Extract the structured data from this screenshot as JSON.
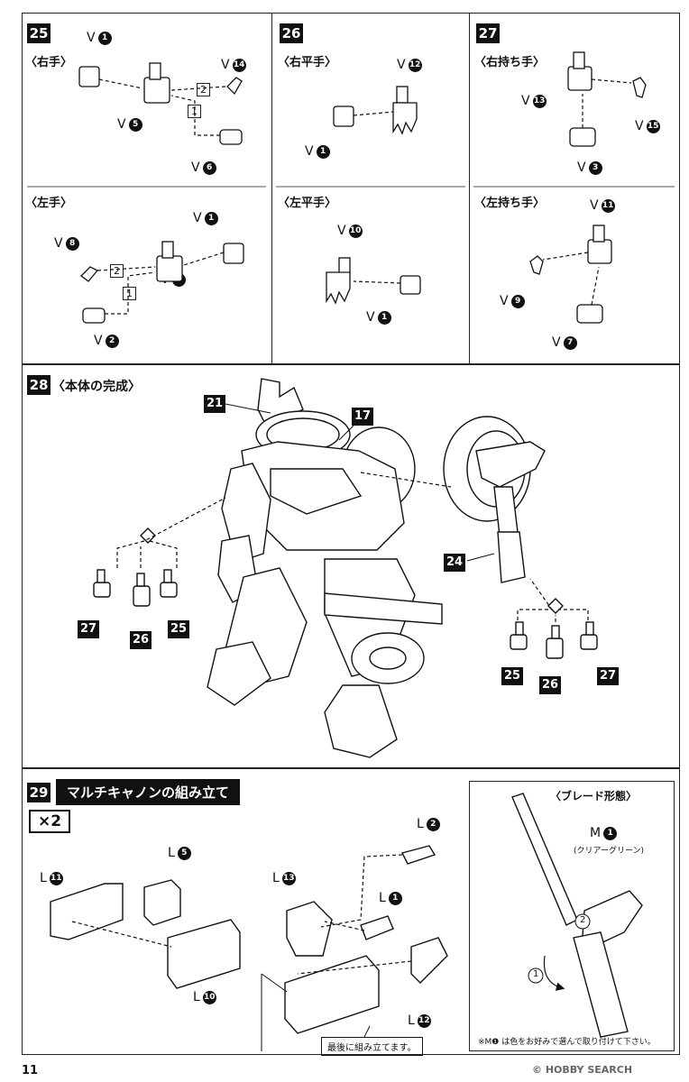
{
  "p25": {
    "step": "25",
    "right_title": "〈右手〉",
    "left_title": "〈左手〉",
    "r": [
      "V",
      "1",
      "V",
      "14",
      "V",
      "5",
      "V",
      "6"
    ],
    "l": [
      "V",
      "1",
      "V",
      "8",
      "V",
      "4",
      "V",
      "2"
    ]
  },
  "p26": {
    "step": "26",
    "right_title": "〈右平手〉",
    "left_title": "〈左平手〉",
    "r": [
      "V",
      "12",
      "V",
      "1"
    ],
    "l": [
      "V",
      "10",
      "V",
      "1"
    ]
  },
  "p27": {
    "step": "27",
    "right_title": "〈右持ち手〉",
    "left_title": "〈左持ち手〉",
    "r": [
      "V",
      "13",
      "V",
      "15",
      "V",
      "3"
    ],
    "l": [
      "V",
      "11",
      "V",
      "9",
      "V",
      "7"
    ]
  },
  "p28": {
    "step": "28",
    "title": "〈本体の完成〉",
    "tags": [
      "21",
      "17",
      "24",
      "27",
      "26",
      "25",
      "25",
      "26",
      "27"
    ]
  },
  "p29": {
    "step": "29",
    "title": "マルチキャノンの組み立て",
    "times": "×2",
    "labels": [
      "L",
      "11",
      "L",
      "5",
      "L",
      "10",
      "L",
      "2",
      "L",
      "13",
      "L",
      "1",
      "L",
      "12"
    ],
    "note_last": "最後に組み立てます。",
    "blade_title": "〈ブレード形態〉",
    "m": "M",
    "m_num": "1",
    "clear_green": "(クリアーグリーン)",
    "footnote": "※M❶ は色をお好みで選んで取り付けて下さい。"
  },
  "page_number": "11",
  "watermark": "© HOBBY SEARCH",
  "box": [
    "2",
    "1",
    "2",
    "1",
    "1",
    "2"
  ]
}
